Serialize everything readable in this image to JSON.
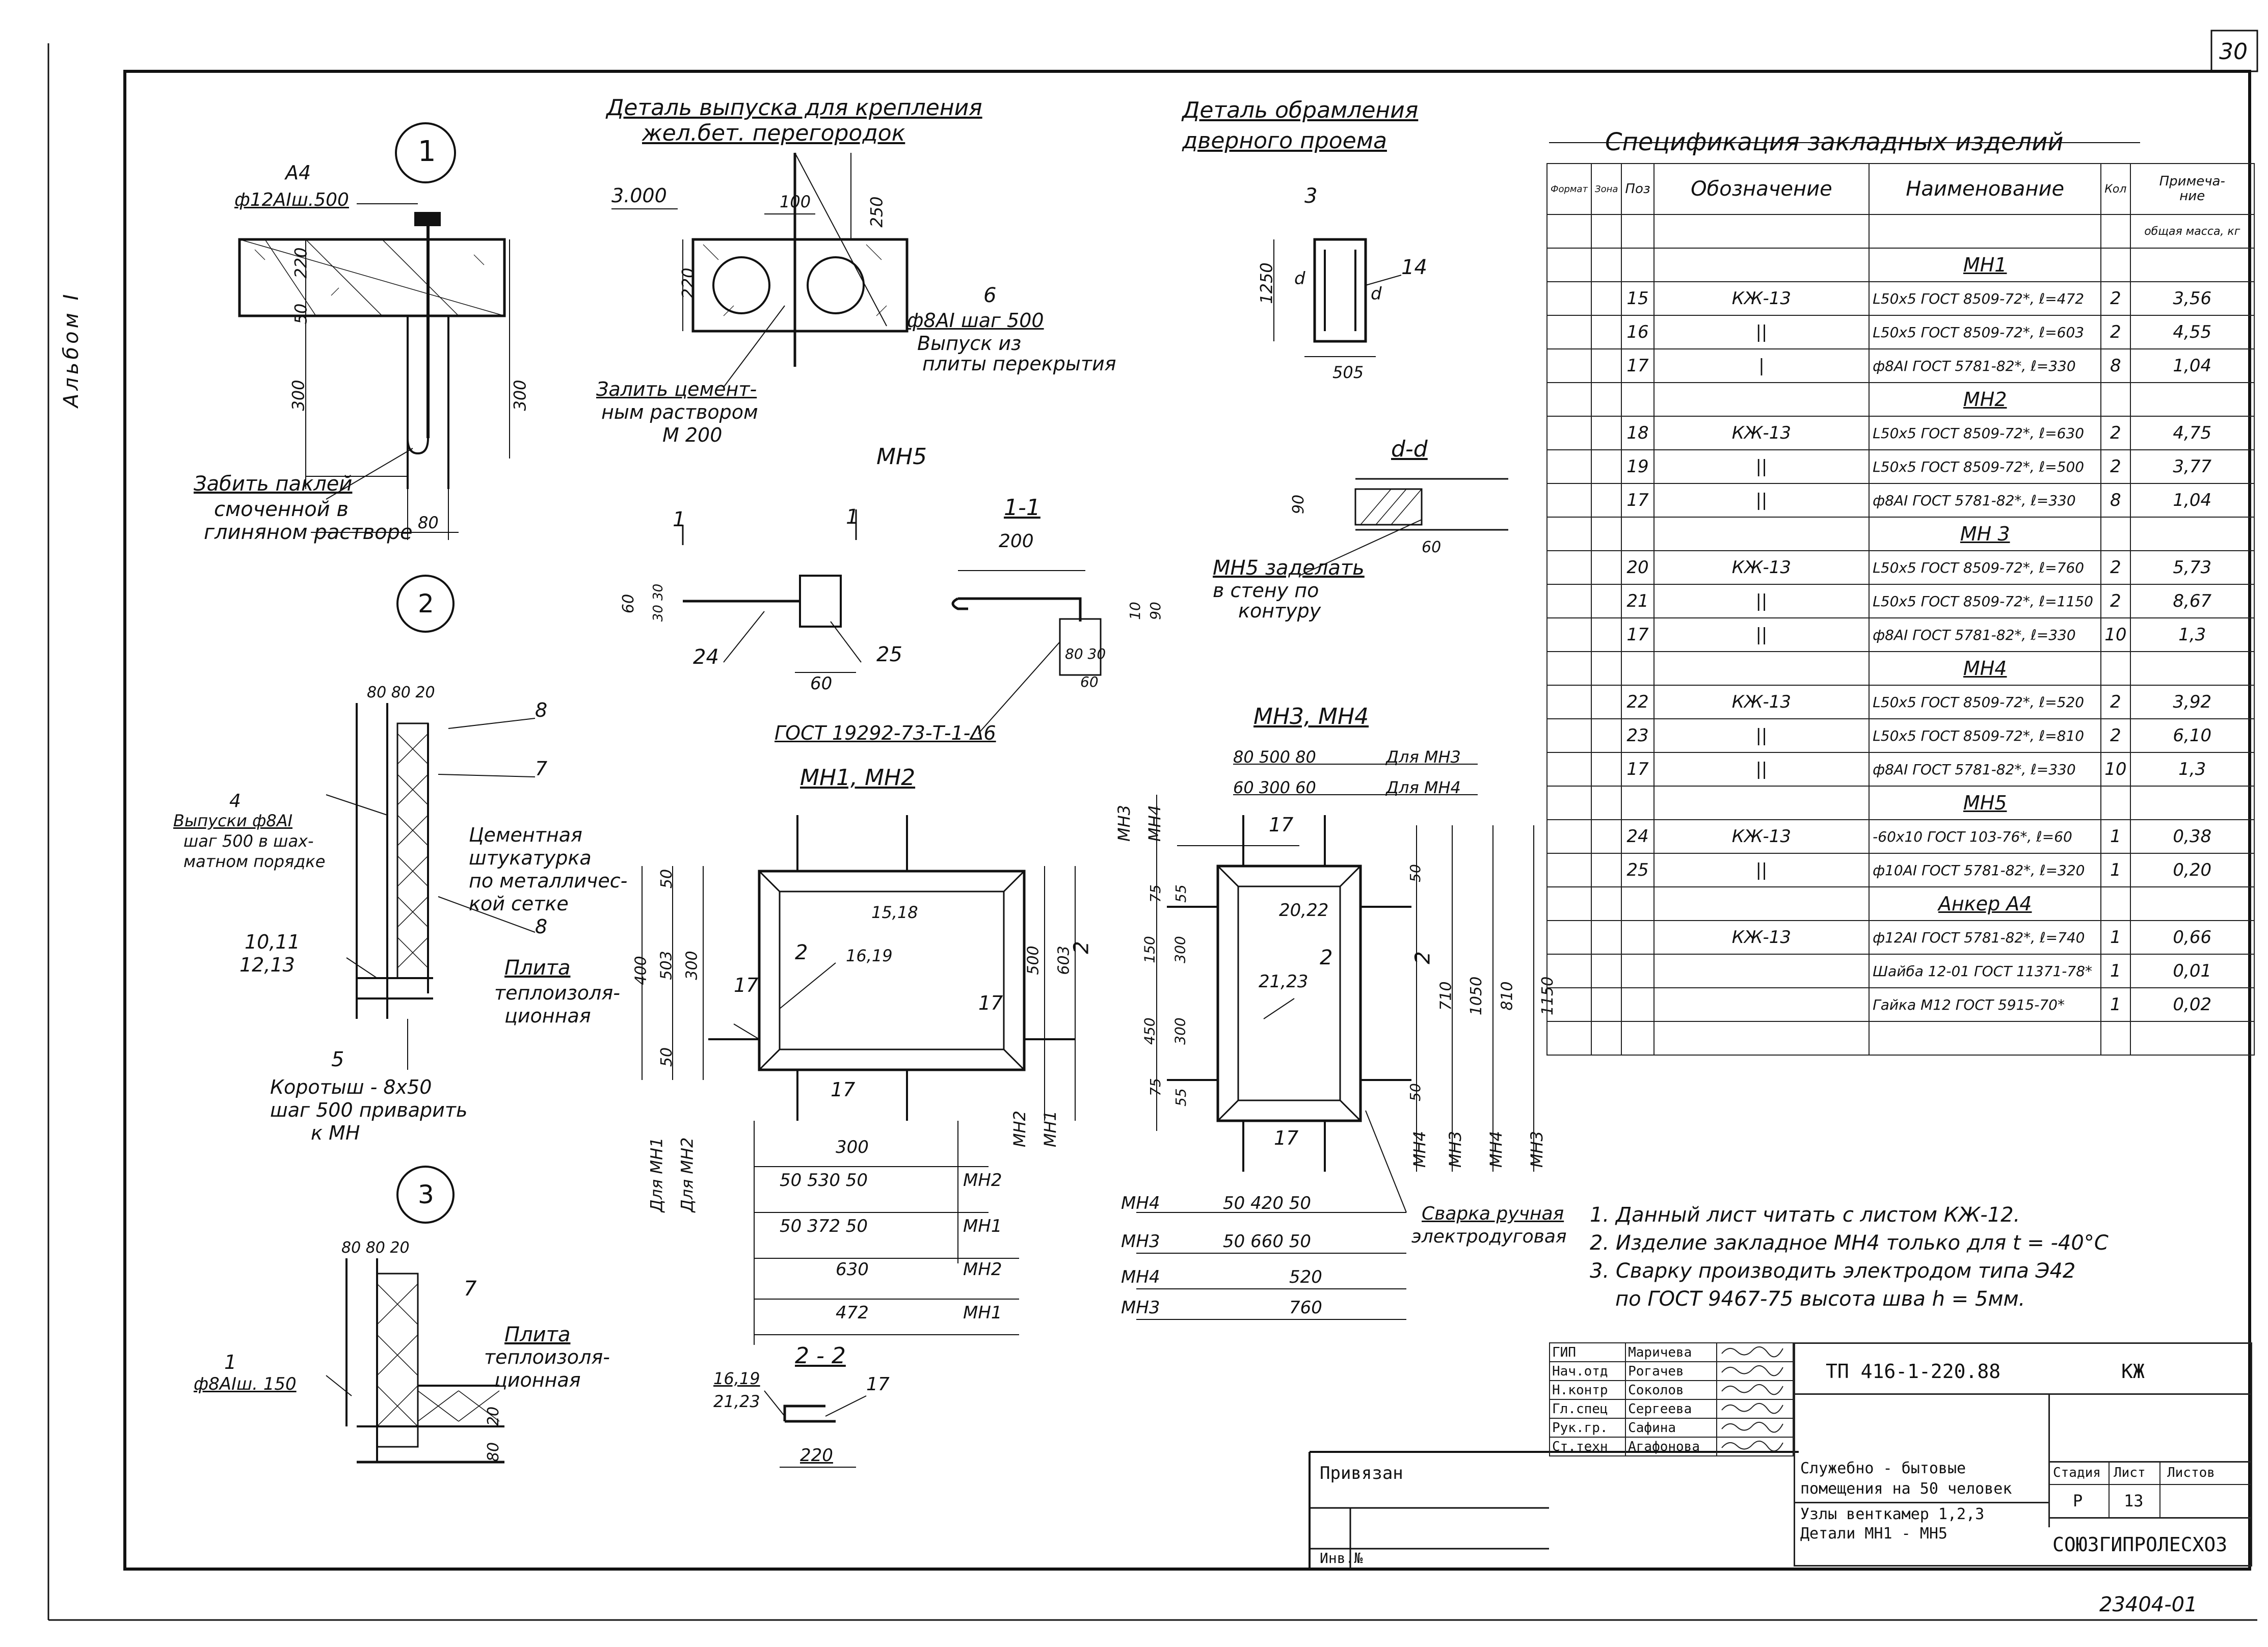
{
  "sheet": {
    "page_number": "30",
    "album": "Альбом I",
    "footer_code": "23404-01"
  },
  "details": {
    "circle_1": "1",
    "circle_2": "2",
    "circle_3": "3",
    "d1": {
      "anchor": "А4",
      "anchor_spec": "ф12АIш.500",
      "dim_220": "220",
      "dim_50": "50",
      "dim_300a": "300",
      "dim_300b": "300",
      "dim_80": "80",
      "note_l1": "Забить паклей",
      "note_l2": "смоченной в",
      "note_l3": "глиняном растворе"
    },
    "d2": {
      "dims_top": "80 80 20",
      "leader_8a": "8",
      "leader_7": "7",
      "leader_8b": "8",
      "leader_4": "4",
      "note4_l1": "Выпуски ф8АI",
      "note4_l2": "шаг 500 в шах-",
      "note4_l3": "матном порядке",
      "cement_l1": "Цементная",
      "cement_l2": "штукатурка",
      "cement_l3": "по металличес-",
      "cement_l4": "кой сетке",
      "pos_1011": "10,11",
      "pos_1213": "12,13",
      "plate_l1": "Плита",
      "plate_l2": "теплоизоля-",
      "plate_l3": "ционная",
      "leader_5": "5",
      "box_l1": "Коротыш - 8х50",
      "box_l2": "шаг 500 приварить",
      "box_l3": "к МН"
    },
    "d3": {
      "dims_top": "80 80 20",
      "leader_7": "7",
      "leader_1": "1",
      "bar_spec": "ф8АIш. 150",
      "plate_l1": "Плита",
      "plate_l2": "теплоизоля-",
      "plate_l3": "ционная",
      "dim_20": "20",
      "dim_80": "80"
    }
  },
  "outlet": {
    "title_l1": "Деталь выпуска для крепления",
    "title_l2": "жел.бет. перегородок",
    "level": "3.000",
    "dim_100": "100",
    "dim_250": "250",
    "dim_220": "220",
    "leader_6": "6",
    "note_l1": "ф8АI шаг 500",
    "note_l2": "Выпуск из",
    "note_l3": "плиты перекрытия",
    "fill_l1": "Залить цемент-",
    "fill_l2": "ным раствором",
    "fill_l3": "М 200"
  },
  "door": {
    "title_l1": "Деталь обрамления",
    "title_l2": "дверного  проема",
    "leader_3": "3",
    "leader_14": "14",
    "dim_1250": "1250",
    "dim_505": "505",
    "mark_d": "d",
    "mark_d2": "d"
  },
  "section_dd": {
    "title": "d-d",
    "dim_90": "90",
    "dim_60": "60",
    "note_l1": "МН5 заделать",
    "note_l2": "в стену по",
    "note_l3": "контуру"
  },
  "mn5": {
    "title": "МН5",
    "mark_1a": "1",
    "mark_1b": "1",
    "dim_60": "60",
    "dim_3030": "30 30",
    "leader_24": "24",
    "leader_25": "25",
    "dim_60b": "60",
    "gost": "ГОСТ 19292-73-Т-1-Δ6"
  },
  "section_11": {
    "title": "1-1",
    "dim_200": "200",
    "dim_10": "10",
    "dim_90": "90",
    "dim_8030": "80 30",
    "dim_60": "60"
  },
  "mn12": {
    "title": "МН1, МН2",
    "pos_1518": "15,18",
    "pos_1619": "16,19",
    "pos_17a": "17",
    "pos_17b": "17",
    "pos_17c": "17",
    "mark_2a": "2",
    "mark_2b": "2",
    "left_dims": [
      "50",
      "300",
      "50",
      "400",
      "503"
    ],
    "right_dims": [
      "500",
      "603"
    ],
    "vert_for": [
      "Для МН1",
      "Для МН2"
    ],
    "vert_mn": [
      "МН2",
      "МН1"
    ],
    "bottom": [
      {
        "value": "300",
        "label": ""
      },
      {
        "value": "50   530   50",
        "label": "МН2"
      },
      {
        "value": "50   372   50",
        "label": "МН1"
      },
      {
        "value": "630",
        "label": "МН2"
      },
      {
        "value": "472",
        "label": "МН1"
      }
    ]
  },
  "mn34": {
    "title": "МН3, МН4",
    "top_dims": [
      {
        "value": "80  500  80",
        "label": "Для МН3"
      },
      {
        "value": "60  300  60",
        "label": "Для МН4"
      }
    ],
    "pos_17a": "17",
    "pos_2022": "20,22",
    "pos_2123": "21,23",
    "pos_17b": "17",
    "mark_2a": "2",
    "mark_2b": "2",
    "left_dims": [
      "75",
      "150",
      "450",
      "75",
      "55",
      "300",
      "300",
      "55"
    ],
    "left_labels": [
      "МН3",
      "МН4"
    ],
    "right_dims": [
      "50",
      "50",
      "710",
      "1050",
      "810",
      "1150"
    ],
    "right_labels": [
      "МН4",
      "МН3",
      "МН4",
      "МН3"
    ],
    "bottom": [
      {
        "label": "МН4",
        "value": "50   420   50"
      },
      {
        "label": "МН3",
        "value": "50   660   50"
      },
      {
        "label": "МН4",
        "value": "520"
      },
      {
        "label": "МН3",
        "value": "760"
      }
    ],
    "weld_l1": "Сварка ручная",
    "weld_l2": "электродуговая"
  },
  "section_22": {
    "title": "2 - 2",
    "pos_1619": "16,19",
    "pos_2123": "21,23",
    "pos_17": "17",
    "dim_220": "220"
  },
  "notes": [
    "1. Данный лист читать с листом КЖ-12.",
    "2. Изделие закладное МН4 только для t = -40°С",
    "3. Сварку производить электродом типа Э42",
    "по ГОСТ 9467-75 высота шва h = 5мм."
  ],
  "spec": {
    "title": "Спецификация закладных изделий",
    "headers": {
      "format": "Формат",
      "zone": "Зона",
      "pos": "Поз",
      "designation": "Обозначение",
      "name": "Наименование",
      "qty": "Кол",
      "note_l1": "Примеча-",
      "note_l2": "ние"
    },
    "mass_header": "общая масса, кг",
    "groups": [
      {
        "name": "МН1",
        "rows": [
          {
            "pos": "15",
            "des": "КЖ-13",
            "name": "L50х5 ГОСТ 8509-72*, ℓ=472",
            "qty": "2",
            "mass": "3,56"
          },
          {
            "pos": "16",
            "des": "||",
            "name": "L50х5 ГОСТ 8509-72*, ℓ=603",
            "qty": "2",
            "mass": "4,55"
          },
          {
            "pos": "17",
            "des": "|",
            "name": "ф8АI ГОСТ 5781-82*, ℓ=330",
            "qty": "8",
            "mass": "1,04"
          }
        ]
      },
      {
        "name": "МН2",
        "rows": [
          {
            "pos": "18",
            "des": "КЖ-13",
            "name": "L50х5 ГОСТ 8509-72*, ℓ=630",
            "qty": "2",
            "mass": "4,75"
          },
          {
            "pos": "19",
            "des": "||",
            "name": "L50х5 ГОСТ 8509-72*, ℓ=500",
            "qty": "2",
            "mass": "3,77"
          },
          {
            "pos": "17",
            "des": "||",
            "name": "ф8АI ГОСТ 5781-82*, ℓ=330",
            "qty": "8",
            "mass": "1,04"
          }
        ]
      },
      {
        "name": "МН 3",
        "rows": [
          {
            "pos": "20",
            "des": "КЖ-13",
            "name": "L50х5 ГОСТ 8509-72*, ℓ=760",
            "qty": "2",
            "mass": "5,73"
          },
          {
            "pos": "21",
            "des": "||",
            "name": "L50х5 ГОСТ 8509-72*, ℓ=1150",
            "qty": "2",
            "mass": "8,67"
          },
          {
            "pos": "17",
            "des": "||",
            "name": "ф8АI ГОСТ 5781-82*, ℓ=330",
            "qty": "10",
            "mass": "1,3"
          }
        ]
      },
      {
        "name": "МН4",
        "rows": [
          {
            "pos": "22",
            "des": "КЖ-13",
            "name": "L50х5 ГОСТ 8509-72*, ℓ=520",
            "qty": "2",
            "mass": "3,92"
          },
          {
            "pos": "23",
            "des": "||",
            "name": "L50х5 ГОСТ 8509-72*, ℓ=810",
            "qty": "2",
            "mass": "6,10"
          },
          {
            "pos": "17",
            "des": "||",
            "name": "ф8АI ГОСТ 5781-82*, ℓ=330",
            "qty": "10",
            "mass": "1,3"
          }
        ]
      },
      {
        "name": "МН5",
        "rows": [
          {
            "pos": "24",
            "des": "КЖ-13",
            "name": "-60х10 ГОСТ 103-76*, ℓ=60",
            "qty": "1",
            "mass": "0,38"
          },
          {
            "pos": "25",
            "des": "||",
            "name": "ф10АI ГОСТ 5781-82*, ℓ=320",
            "qty": "1",
            "mass": "0,20"
          }
        ]
      },
      {
        "name": "Анкер А4",
        "rows": [
          {
            "pos": "",
            "des": "КЖ-13",
            "name": "ф12АI ГОСТ 5781-82*, ℓ=740",
            "qty": "1",
            "mass": "0,66"
          },
          {
            "pos": "",
            "des": "",
            "name": "Шайба 12-01 ГОСТ 11371-78*",
            "qty": "1",
            "mass": "0,01"
          },
          {
            "pos": "",
            "des": "",
            "name": "Гайка М12 ГОСТ 5915-70*",
            "qty": "1",
            "mass": "0,02"
          }
        ]
      }
    ]
  },
  "title_block": {
    "signers": [
      {
        "role": "ГИП",
        "name": "Маричева"
      },
      {
        "role": "Нач.отд",
        "name": "Рогачев"
      },
      {
        "role": "Н.контр",
        "name": "Соколов"
      },
      {
        "role": "Гл.спец",
        "name": "Сергеева"
      },
      {
        "role": "Рук.гр.",
        "name": "Сафина"
      },
      {
        "role": "Ст.техн",
        "name": "Агафонова"
      }
    ],
    "project_code": "ТП 416-1-220.88",
    "mark": "КЖ",
    "project_l1": "Служебно - бытовые",
    "project_l2": "помещения на 50 человек",
    "sheet_l1": "Узлы венткамер 1,2,3",
    "sheet_l2": "Детали МН1 - МН5",
    "stage_label": "Стадия",
    "sheet_label": "Лист",
    "sheets_label": "Листов",
    "stage": "Р",
    "sheet_no": "13",
    "sheets_total": "",
    "org": "СОЮЗГИПРОЛЕСХОЗ",
    "tied": "Привязан",
    "inv": "Инв.№"
  }
}
